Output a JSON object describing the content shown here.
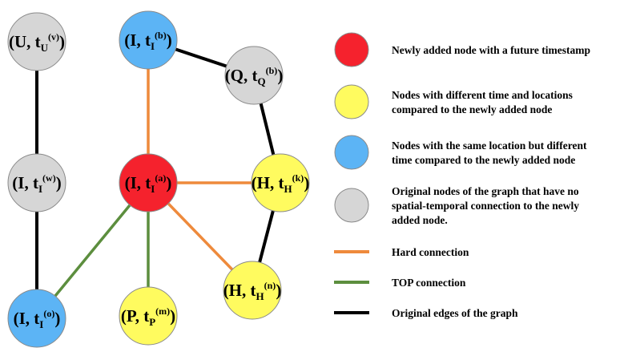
{
  "colors": {
    "red": "#f5222d",
    "yellow": "#fffb5f",
    "blue": "#5cb4f5",
    "gray": "#d6d6d6",
    "orange": "#ee8a3c",
    "green": "#5c8e3e",
    "black": "#000000"
  },
  "nodes": [
    {
      "id": "U_v",
      "letter": "U",
      "sub": "U",
      "sup": "(v)",
      "color": "gray"
    },
    {
      "id": "I_b",
      "letter": "I",
      "sub": "I",
      "sup": "(b)",
      "color": "blue"
    },
    {
      "id": "Q_b",
      "letter": "Q",
      "sub": "Q",
      "sup": "(b)",
      "color": "gray"
    },
    {
      "id": "I_w",
      "letter": "I",
      "sub": "I",
      "sup": "(w)",
      "color": "gray"
    },
    {
      "id": "I_a",
      "letter": "I",
      "sub": "I",
      "sup": "(a)",
      "color": "red"
    },
    {
      "id": "H_k",
      "letter": "H",
      "sub": "H",
      "sup": "(k)",
      "color": "yellow"
    },
    {
      "id": "H_n",
      "letter": "H",
      "sub": "H",
      "sup": "(n)",
      "color": "yellow"
    },
    {
      "id": "I_o",
      "letter": "I",
      "sub": "I",
      "sup": "(o)",
      "color": "blue"
    },
    {
      "id": "P_m",
      "letter": "P",
      "sub": "P",
      "sup": "(m)",
      "color": "yellow"
    }
  ],
  "edges": [
    {
      "from": "U_v",
      "to": "I_w",
      "type": "black"
    },
    {
      "from": "I_w",
      "to": "I_o",
      "type": "black"
    },
    {
      "from": "I_b",
      "to": "Q_b",
      "type": "black"
    },
    {
      "from": "Q_b",
      "to": "H_k",
      "type": "black"
    },
    {
      "from": "H_k",
      "to": "H_n",
      "type": "black"
    },
    {
      "from": "I_b",
      "to": "I_a",
      "type": "orange"
    },
    {
      "from": "I_a",
      "to": "H_k",
      "type": "orange"
    },
    {
      "from": "I_a",
      "to": "H_n",
      "type": "orange"
    },
    {
      "from": "I_a",
      "to": "I_o",
      "type": "green"
    },
    {
      "from": "I_a",
      "to": "P_m",
      "type": "green"
    }
  ],
  "legend": {
    "circles": [
      {
        "color": "red",
        "lines": [
          "Newly added node with a future timestamp"
        ]
      },
      {
        "color": "yellow",
        "lines": [
          "Nodes with different time and locations",
          "compared to the newly added node"
        ]
      },
      {
        "color": "blue",
        "lines": [
          "Nodes with the same location but different",
          "time compared to the newly added node"
        ]
      },
      {
        "color": "gray",
        "lines": [
          "Original nodes of the graph that have no",
          "spatial-temporal connection to the newly",
          "added node."
        ]
      }
    ],
    "lines": [
      {
        "color": "orange",
        "label": "Hard connection"
      },
      {
        "color": "green",
        "label": "TOP connection"
      },
      {
        "color": "black",
        "label": "Original edges of the graph"
      }
    ]
  }
}
